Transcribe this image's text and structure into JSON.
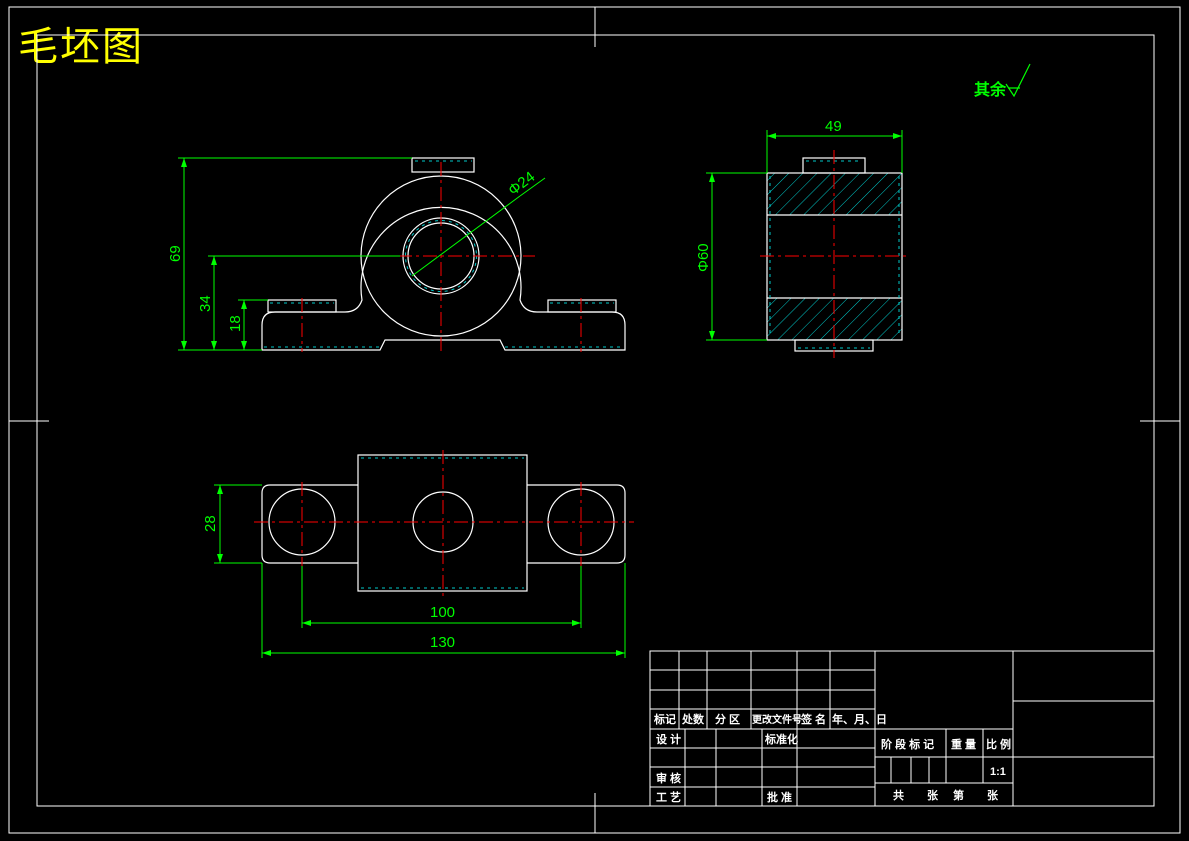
{
  "title": "毛坯图",
  "surface_note": "其余",
  "dimensions": {
    "front_height_total": "69",
    "front_center_height": "34",
    "front_base_height": "18",
    "front_bore_dia": "Φ24",
    "side_width": "49",
    "side_dia": "Φ60",
    "top_width": "28",
    "top_hole_spacing": "100",
    "top_total_length": "130"
  },
  "title_block": {
    "row_headers": [
      "标记",
      "处数",
      "分 区",
      "更改文件号",
      "签 名",
      "年、月、日"
    ],
    "design": "设 计",
    "standardize": "标准化",
    "review": "审 核",
    "process": "工 艺",
    "approve": "批 准",
    "stage_mark": "阶 段 标 记",
    "weight": "重 量",
    "scale_label": "比 例",
    "scale_value": "1:1",
    "total_sheets": "共",
    "sheets_unit": "张",
    "sheet_no": "第",
    "sheet_unit2": "张"
  },
  "colors": {
    "outline": "#ffffff",
    "dimension": "#00ff00",
    "centerline": "#ff0000",
    "hatch": "#00c8c8",
    "title": "#ffff00"
  }
}
